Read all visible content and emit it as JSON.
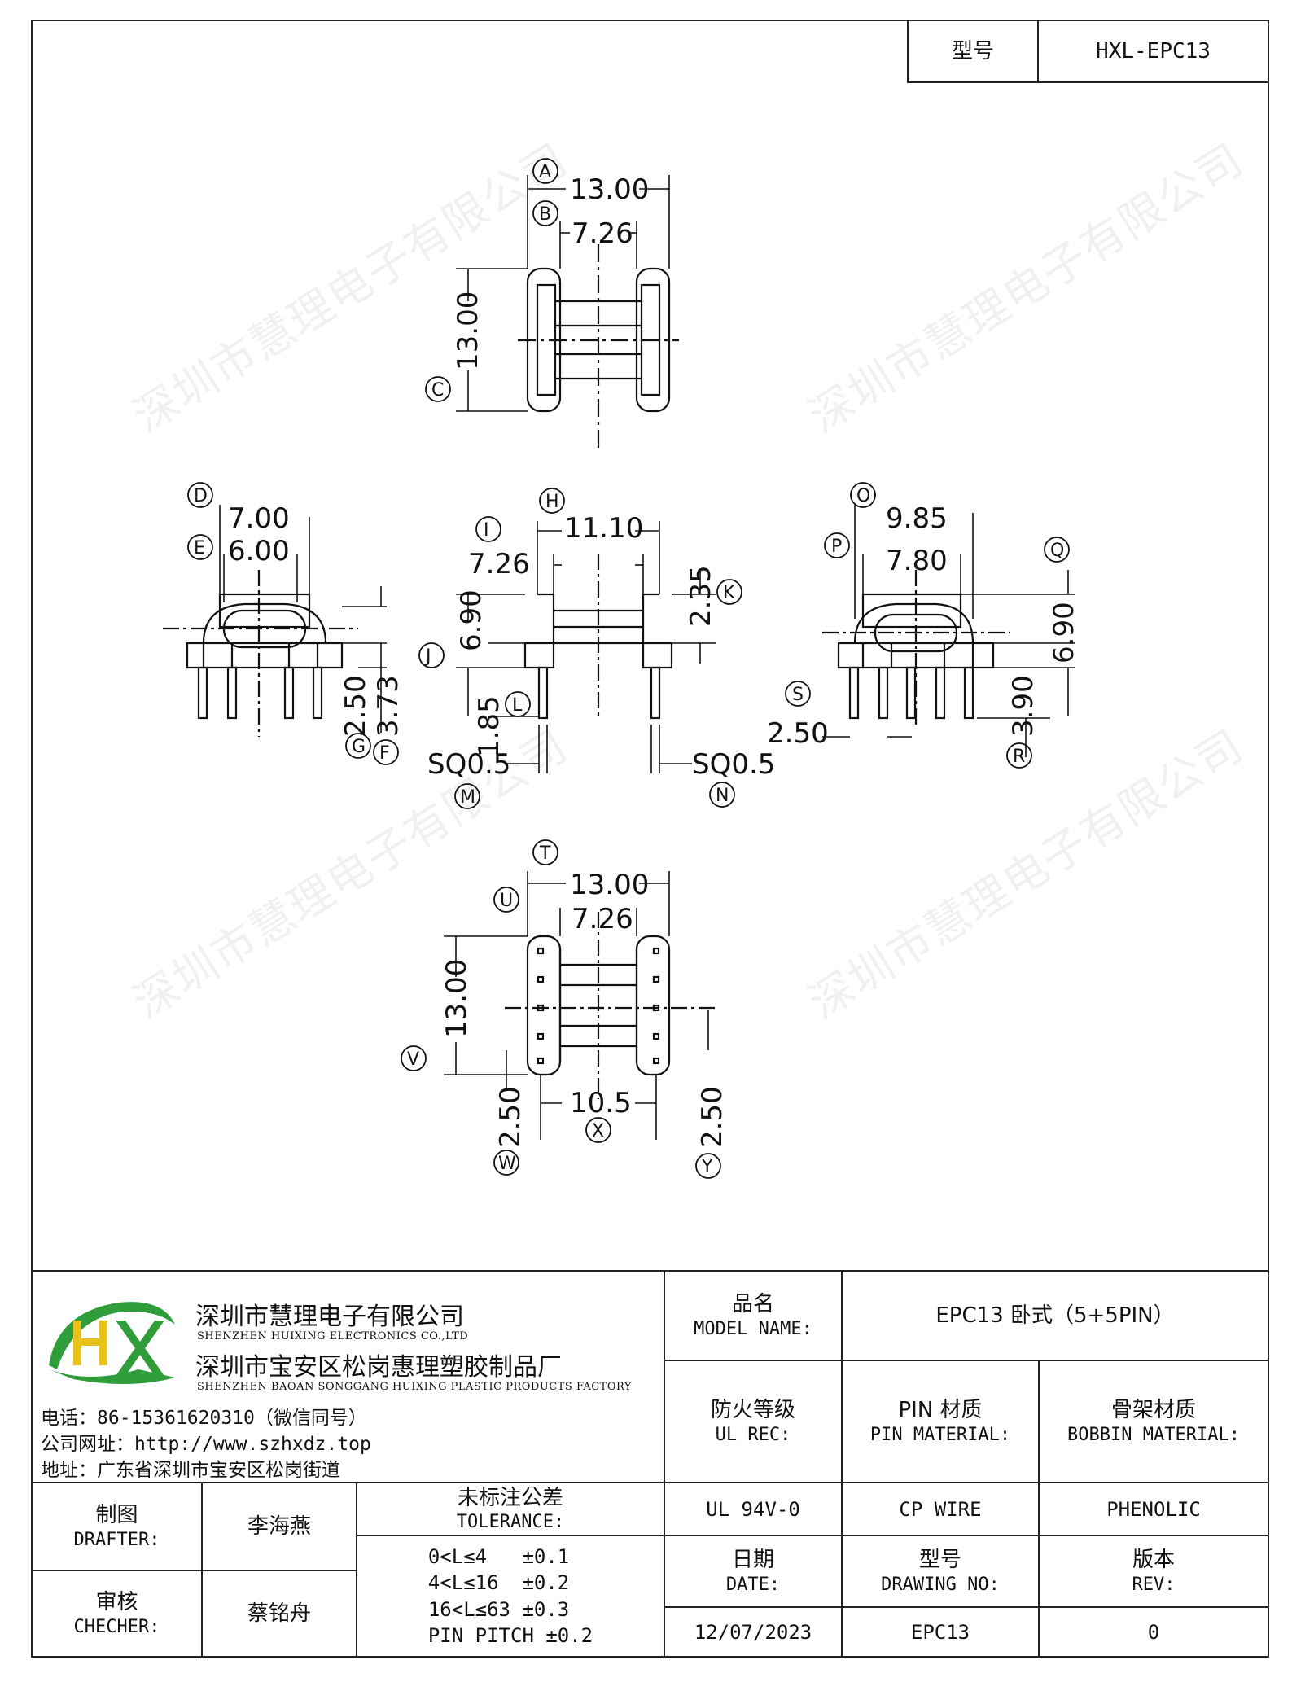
{
  "header": {
    "model_label": "型号",
    "model_value": "HXL-EPC13"
  },
  "watermark": "深圳市慧理电子有限公司",
  "drawing": {
    "top_view": {
      "dim_a": "13.00",
      "dim_b": "7.26",
      "dim_c": "13.00",
      "markers": [
        "A",
        "B",
        "C"
      ]
    },
    "left_view": {
      "dim_d": "7.00",
      "dim_e": "6.00",
      "dim_g": "2.50",
      "dim_f": "3.73",
      "markers": [
        "D",
        "E",
        "G",
        "F"
      ]
    },
    "center_view": {
      "dim_h": "11.10",
      "dim_i": "7.26",
      "dim_k": "2.35",
      "dim_j": "6.90",
      "dim_l": "1.85",
      "dim_m": "SQ0.5",
      "dim_n": "SQ0.5",
      "markers": [
        "H",
        "I",
        "K",
        "J",
        "L",
        "M",
        "N"
      ]
    },
    "right_view": {
      "dim_o": "9.85",
      "dim_p": "7.80",
      "dim_q": "6.90",
      "dim_r": "3.90",
      "dim_s": "2.50",
      "markers": [
        "O",
        "P",
        "Q",
        "R",
        "S"
      ]
    },
    "bottom_view": {
      "dim_t": "13.00",
      "dim_u": "7.26",
      "dim_v": "13.00",
      "dim_x": "10.5",
      "dim_w": "2.50",
      "dim_y": "2.50",
      "markers": [
        "T",
        "U",
        "V",
        "X",
        "W",
        "Y"
      ]
    }
  },
  "company": {
    "name_cn": "深圳市慧理电子有限公司",
    "name_en": "SHENZHEN HUIXING ELECTRONICS CO.,LTD",
    "factory_cn": "深圳市宝安区松岗惠理塑胶制品厂",
    "factory_en": "SHENZHEN BAOAN SONGGANG HUIXING PLASTIC PRODUCTS FACTORY",
    "phone": "电话：86-15361620310（微信同号）",
    "website": "公司网址：http://www.szhxdz.top",
    "address": "地址：广东省深圳市宝安区松岗街道",
    "logo_text": "HX",
    "logo_colors": {
      "green": "#2f9e3a",
      "yellow": "#e8c21b"
    }
  },
  "title_block": {
    "model_name_cn": "品名",
    "model_name_en": "MODEL NAME:",
    "model_name_value": "EPC13 卧式（5+5PIN）",
    "ul_rec_cn": "防火等级",
    "ul_rec_en": "UL REC:",
    "pin_mat_cn": "PIN 材质",
    "pin_mat_en": "PIN MATERIAL:",
    "bobbin_mat_cn": "骨架材质",
    "bobbin_mat_en": "BOBBIN MATERIAL:",
    "ul_value": "UL 94V-0",
    "pin_value": "CP WIRE",
    "bobbin_value": "PHENOLIC",
    "drafter_cn": "制图",
    "drafter_en": "DRAFTER:",
    "drafter_value": "李海燕",
    "checker_cn": "审核",
    "checker_en": "CHECHER:",
    "checker_value": "蔡铭舟",
    "tolerance_cn": "未标注公差",
    "tolerance_en": "TOLERANCE:",
    "tolerance_lines": [
      "0<L≤4   ±0.1",
      "4<L≤16  ±0.2",
      "16<L≤63 ±0.3",
      "PIN PITCH ±0.2"
    ],
    "date_cn": "日期",
    "date_en": "DATE:",
    "date_value": "12/07/2023",
    "drawing_no_cn": "型号",
    "drawing_no_en": "DRAWING NO:",
    "drawing_no_value": "EPC13",
    "rev_cn": "版本",
    "rev_en": "REV:",
    "rev_value": "0"
  }
}
